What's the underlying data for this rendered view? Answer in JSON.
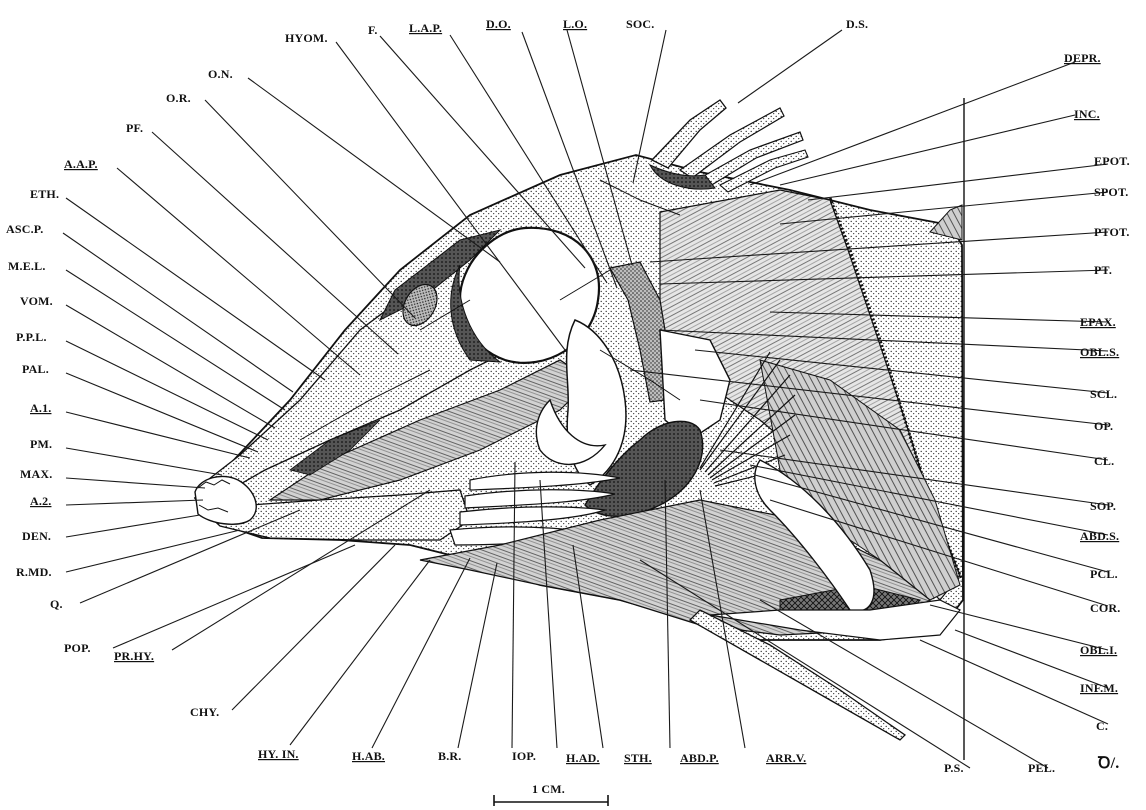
{
  "labels": {
    "top": [
      {
        "id": "hyom",
        "text": "HYOM.",
        "underline": false
      },
      {
        "id": "f",
        "text": "F.",
        "underline": false
      },
      {
        "id": "lap",
        "text": "L.A.P.",
        "underline": true
      },
      {
        "id": "do",
        "text": "D.O.",
        "underline": true
      },
      {
        "id": "lo",
        "text": "L.O.",
        "underline": true
      },
      {
        "id": "soc",
        "text": "SOC.",
        "underline": false
      },
      {
        "id": "ds",
        "text": "D.S.",
        "underline": false
      }
    ],
    "left": [
      {
        "id": "on",
        "text": "O.N.",
        "underline": false
      },
      {
        "id": "or",
        "text": "O.R.",
        "underline": false
      },
      {
        "id": "pf",
        "text": "PF.",
        "underline": false
      },
      {
        "id": "aap",
        "text": "A.A.P.",
        "underline": true
      },
      {
        "id": "eth",
        "text": "ETH.",
        "underline": false
      },
      {
        "id": "ascp",
        "text": "ASC.P.",
        "underline": false
      },
      {
        "id": "mel",
        "text": "M.E.L.",
        "underline": false
      },
      {
        "id": "vom",
        "text": "VOM.",
        "underline": false
      },
      {
        "id": "ppl",
        "text": "P.P.L.",
        "underline": false
      },
      {
        "id": "pal",
        "text": "PAL.",
        "underline": false
      },
      {
        "id": "a1",
        "text": "A.1.",
        "underline": true
      },
      {
        "id": "pm",
        "text": "PM.",
        "underline": false
      },
      {
        "id": "max",
        "text": "MAX.",
        "underline": false
      },
      {
        "id": "a2",
        "text": "A.2.",
        "underline": true
      },
      {
        "id": "den",
        "text": "DEN.",
        "underline": false
      },
      {
        "id": "rmd",
        "text": "R.MD.",
        "underline": false
      },
      {
        "id": "q",
        "text": "Q.",
        "underline": false
      },
      {
        "id": "pop",
        "text": "POP.",
        "underline": false
      },
      {
        "id": "prhy",
        "text": "PR.HY.",
        "underline": true
      },
      {
        "id": "chy",
        "text": "CHY.",
        "underline": false
      }
    ],
    "bottom": [
      {
        "id": "hyin",
        "text": "HY. IN.",
        "underline": true
      },
      {
        "id": "hab",
        "text": "H.AB.",
        "underline": true
      },
      {
        "id": "br",
        "text": "B.R.",
        "underline": false
      },
      {
        "id": "iop",
        "text": "IOP.",
        "underline": false
      },
      {
        "id": "had",
        "text": "H.AD.",
        "underline": true
      },
      {
        "id": "sth",
        "text": "STH.",
        "underline": true
      },
      {
        "id": "abdp",
        "text": "ABD.P.",
        "underline": true
      },
      {
        "id": "arrv",
        "text": "ARR.V.",
        "underline": true
      },
      {
        "id": "ps",
        "text": "P.S.",
        "underline": false
      },
      {
        "id": "pel",
        "text": "PEL.",
        "underline": false
      }
    ],
    "right": [
      {
        "id": "depr",
        "text": "DEPR.",
        "underline": true
      },
      {
        "id": "inc",
        "text": "INC.",
        "underline": true
      },
      {
        "id": "epot",
        "text": "EPOT.",
        "underline": false
      },
      {
        "id": "spot",
        "text": "SPOT.",
        "underline": false
      },
      {
        "id": "ptot",
        "text": "PTOT.",
        "underline": false
      },
      {
        "id": "pt",
        "text": "PT.",
        "underline": false
      },
      {
        "id": "epax",
        "text": "EPAX.",
        "underline": true
      },
      {
        "id": "obls",
        "text": "OBL.S.",
        "underline": true
      },
      {
        "id": "scl",
        "text": "SCL.",
        "underline": false
      },
      {
        "id": "op",
        "text": "OP.",
        "underline": false
      },
      {
        "id": "cl",
        "text": "CL.",
        "underline": false
      },
      {
        "id": "sop",
        "text": "SOP.",
        "underline": false
      },
      {
        "id": "abds",
        "text": "ABD.S.",
        "underline": true
      },
      {
        "id": "pcl",
        "text": "PCL.",
        "underline": false
      },
      {
        "id": "cor",
        "text": "COR.",
        "underline": false
      },
      {
        "id": "obli",
        "text": "OBL.I.",
        "underline": true
      },
      {
        "id": "infm",
        "text": "INF.M.",
        "underline": true
      },
      {
        "id": "c",
        "text": "C.",
        "underline": false
      }
    ]
  },
  "scale_bar": {
    "label": "1 CM."
  },
  "signature": {
    "text": "Ꝺ/."
  },
  "colors": {
    "ink": "#111111",
    "paper": "#ffffff",
    "mid": "#7a7a7a",
    "dark": "#2b2b2b",
    "light": "#d9d9d9"
  }
}
